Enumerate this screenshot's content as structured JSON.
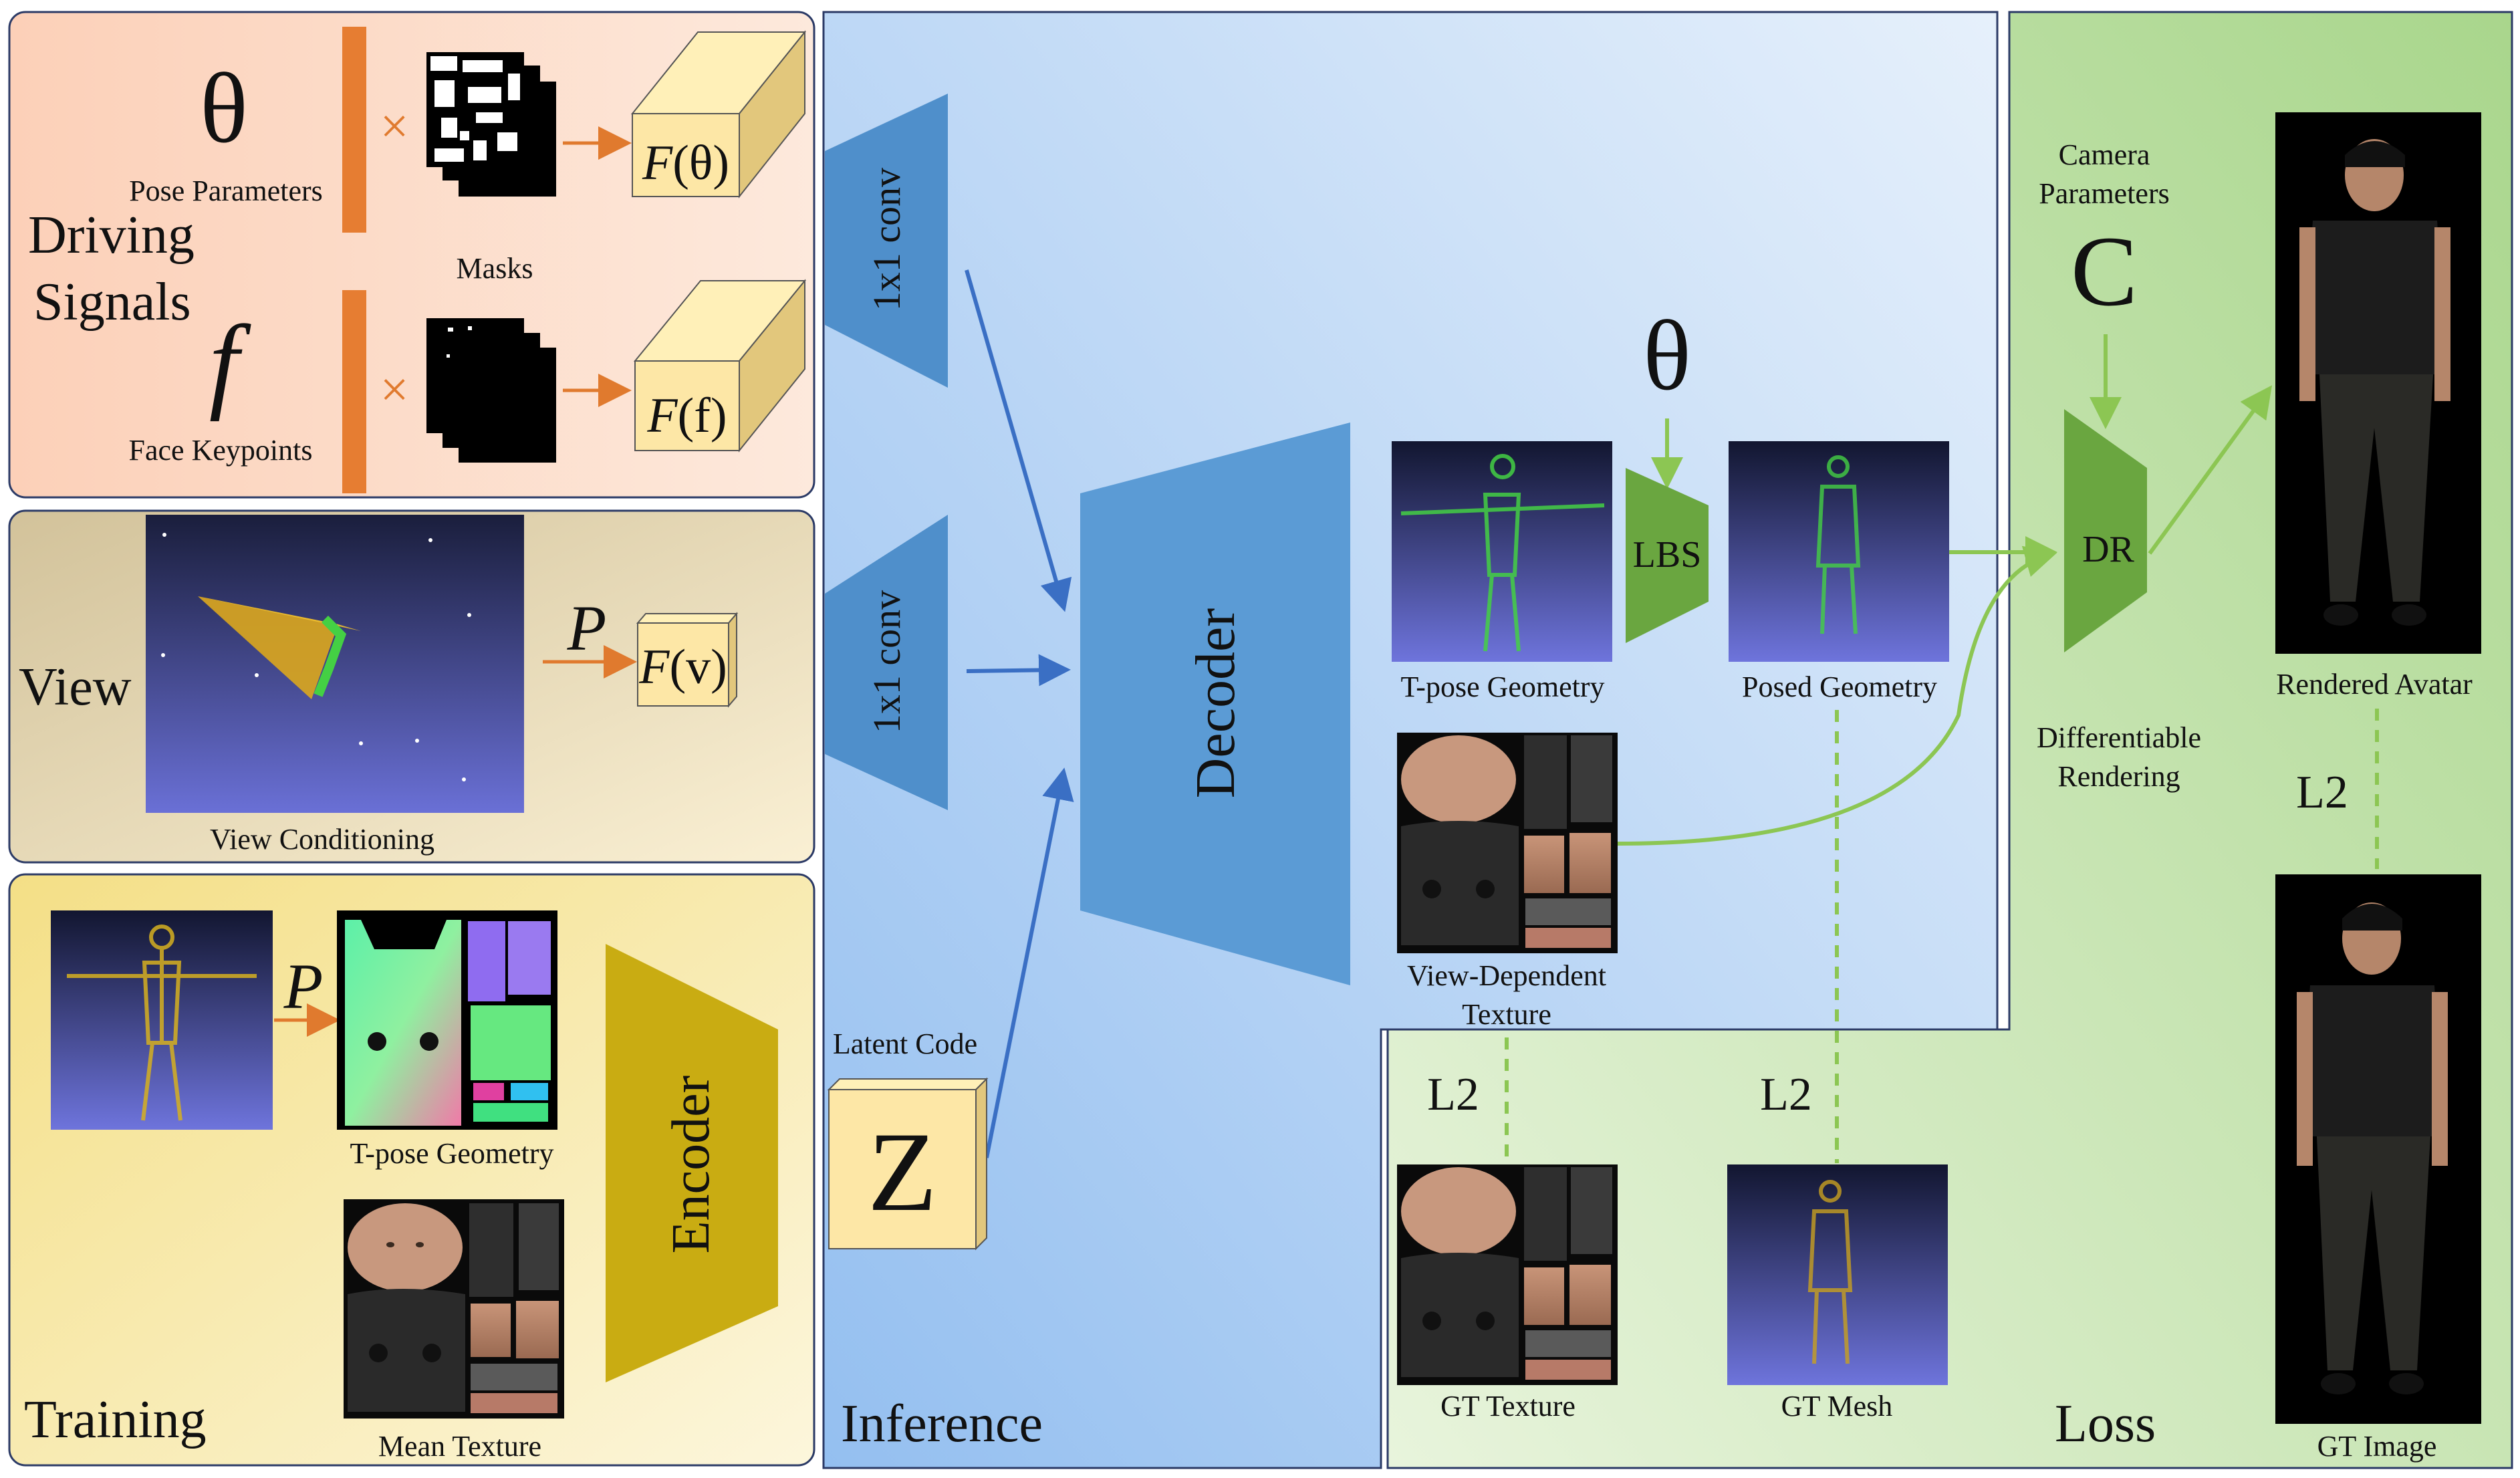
{
  "panels": {
    "driving": {
      "title_line1": "Driving",
      "title_line2": "Signals",
      "theta_symbol": "θ",
      "pose_label": "Pose Parameters",
      "f_symbol": "f",
      "face_label": "Face Keypoints",
      "masks_label": "Masks",
      "times_symbol": "×",
      "feat_theta_F": "F",
      "feat_theta_arg": "(θ)",
      "feat_f_F": "F",
      "feat_f_arg": "(f)"
    },
    "view": {
      "title": "View",
      "image_label": "View Conditioning",
      "P_symbol": "P",
      "feat_F": "F",
      "feat_arg": "(v)"
    },
    "training": {
      "title": "Training",
      "P_symbol": "P",
      "tpose_label": "T-pose Geometry",
      "mean_texture_label": "Mean Texture",
      "encoder_label": "Encoder"
    },
    "inference": {
      "title": "Inference",
      "conv1_label": "1x1 conv",
      "conv2_label": "1x1 conv",
      "decoder_label": "Decoder",
      "latent_label": "Latent Code",
      "z_symbol": "Z",
      "tpose_label": "T-pose Geometry",
      "theta_symbol": "θ",
      "lbs_label": "LBS",
      "posed_label": "Posed Geometry",
      "texture_label_line1": "View-Dependent",
      "texture_label_line2": "Texture"
    },
    "loss": {
      "title": "Loss",
      "camera_line1": "Camera",
      "camera_line2": "Parameters",
      "c_symbol": "C",
      "dr_label": "DR",
      "dr_caption_line1": "Differentiable",
      "dr_caption_line2": "Rendering",
      "rendered_label": "Rendered Avatar",
      "gt_image_label": "GT Image",
      "gt_texture_label": "GT Texture",
      "gt_mesh_label": "GT Mesh",
      "l2_texture": "L2",
      "l2_mesh": "L2",
      "l2_image": "L2"
    }
  },
  "colors": {
    "driving_bg": "#fcd8c4",
    "view_bg": "#e0d2a8",
    "training_bg": "#f7e9a6",
    "inference_bg": "#a9ccf2",
    "loss_bg": "#c2e2a6",
    "conv_blue": "#4f8fcb",
    "encoder_gold": "#c9ac12",
    "lbs_green": "#6aa640",
    "arrow_orange": "#e07a2e",
    "arrow_blue": "#3a6fc4",
    "arrow_green": "#8cc653",
    "feature_yellow": "#fde7a6",
    "mesh_bg_top": "#1e2448",
    "mesh_bg_bottom": "#6c72d8"
  }
}
